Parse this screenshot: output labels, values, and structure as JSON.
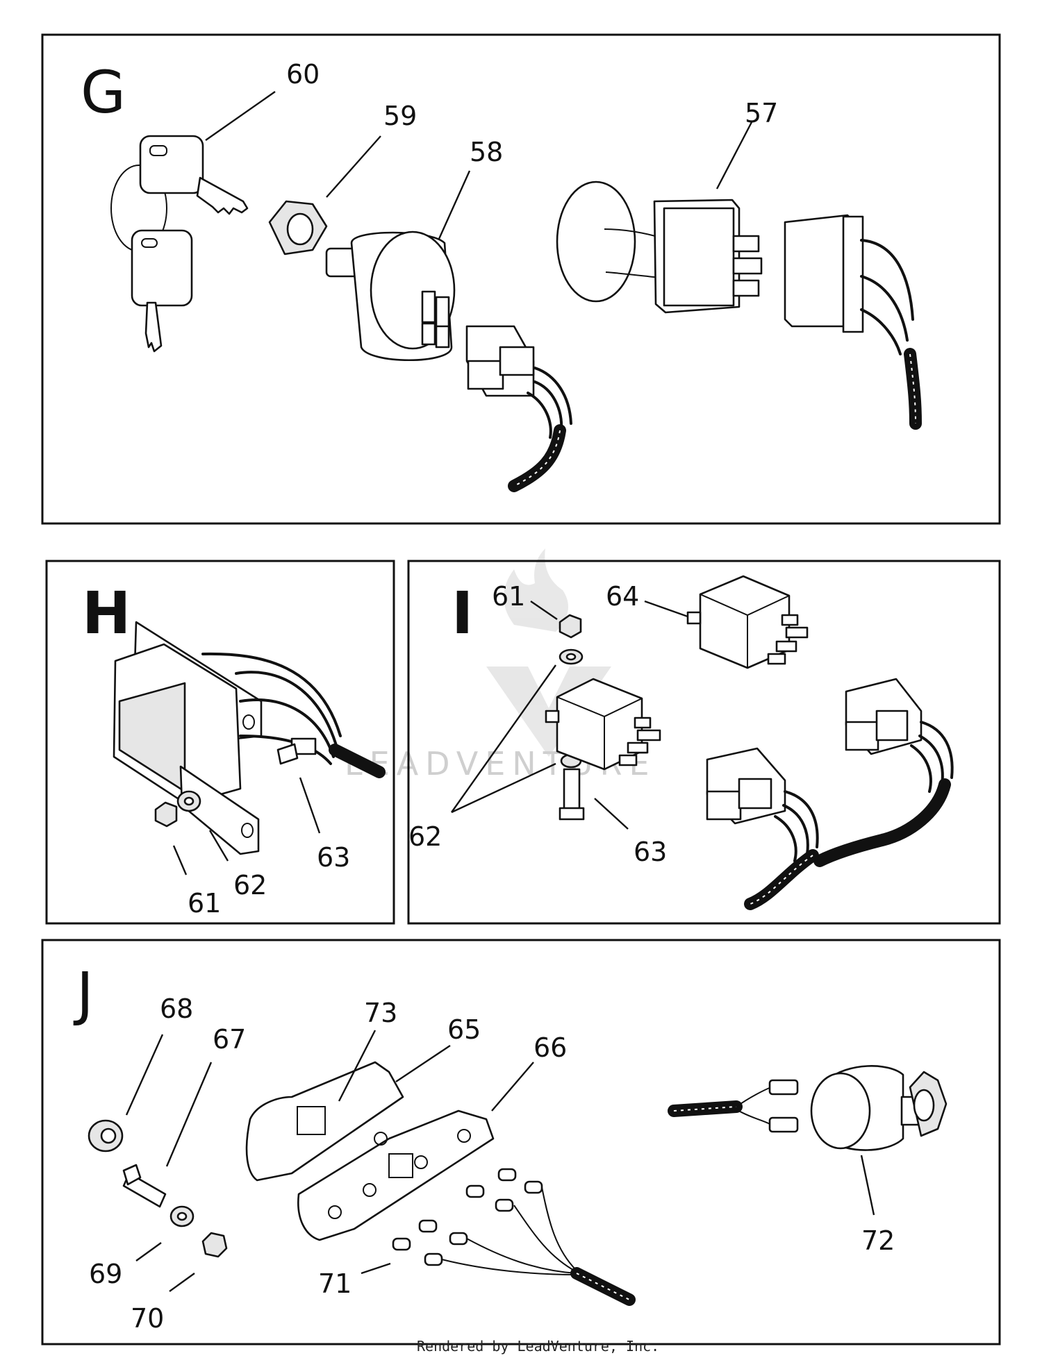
{
  "panels": [
    {
      "letter": "G"
    },
    {
      "letter": "H"
    },
    {
      "letter": "I"
    },
    {
      "letter": "J"
    }
  ],
  "callouts": {
    "g": [
      "60",
      "59",
      "58",
      "57"
    ],
    "h": [
      "63",
      "62",
      "61"
    ],
    "i": [
      "61",
      "64",
      "62",
      "63"
    ],
    "j": [
      "68",
      "67",
      "73",
      "65",
      "66",
      "69",
      "70",
      "71",
      "72"
    ]
  },
  "watermark": "LEADVENTURE",
  "footer": "Rendered by LeadVenture, Inc."
}
